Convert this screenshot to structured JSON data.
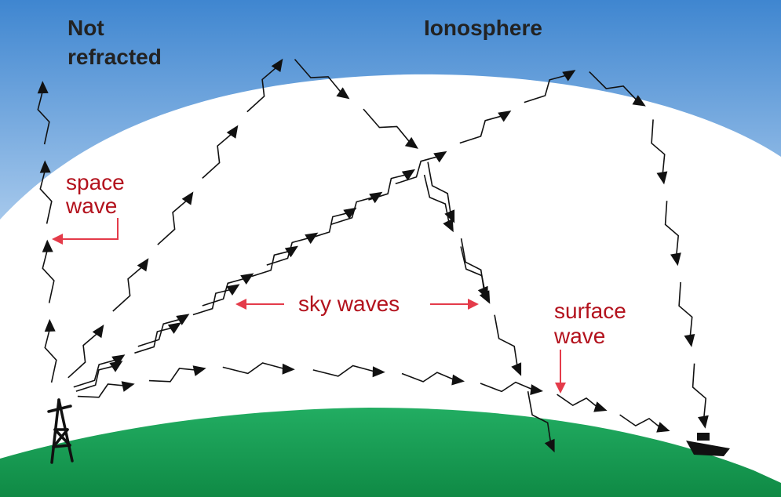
{
  "labels": {
    "not_refracted_line1": "Not",
    "not_refracted_line2": "refracted",
    "ionosphere": "Ionosphere",
    "space_wave_line1": "space",
    "space_wave_line2": "wave",
    "sky_waves": "sky waves",
    "surface_wave_line1": "surface",
    "surface_wave_line2": "wave"
  },
  "colors": {
    "sky_top": "#3d86d2",
    "sky_fade": "#ffffff",
    "earth": "#1aa05a",
    "earth_dark": "#118847",
    "wave": "#111111",
    "label_red": "#b3121d",
    "pointer_red": "#e43b4a"
  },
  "icons": {
    "transmitter": "radio-tower-icon",
    "receiver": "ship-icon"
  }
}
